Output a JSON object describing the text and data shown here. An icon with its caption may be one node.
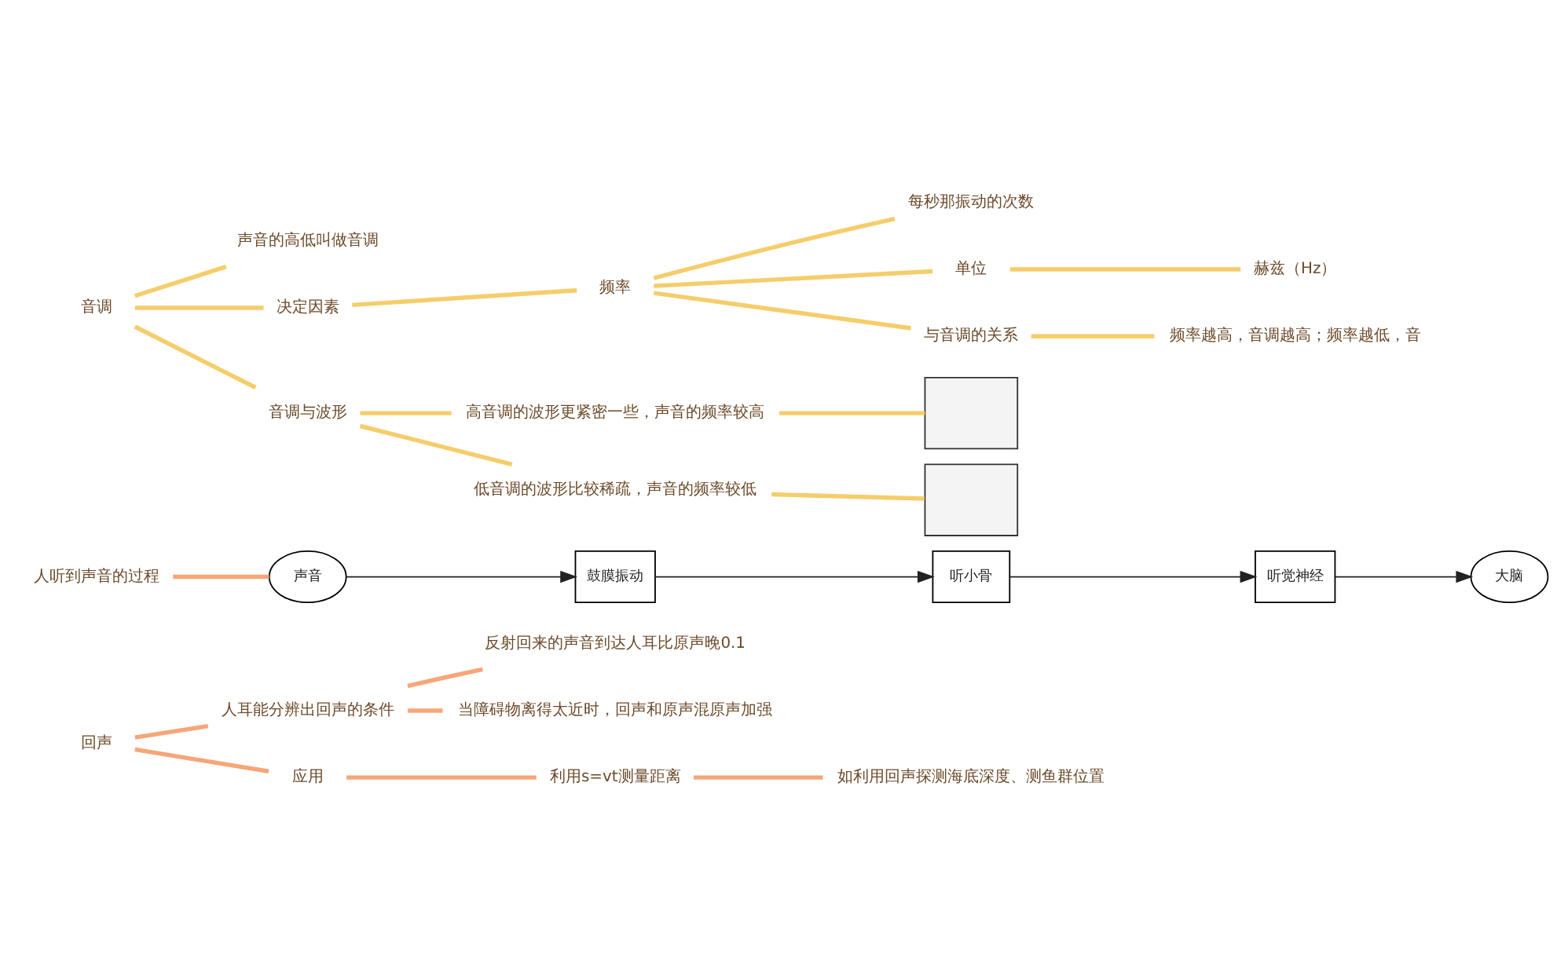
{
  "diagram": {
    "nodes": [
      {
        "text": [
          "回声"
        ]
      },
      {
        "text": [
          "人耳能分辨出回声的条件"
        ]
      },
      {
        "text": [
          "反射回来的声音到达人耳比原声晚0.1"
        ]
      },
      {
        "text": [
          "当障碍物离得太近时，回声和原声混原声加强"
        ]
      },
      {
        "text": [
          "应用"
        ]
      },
      {
        "text": [
          "利用s=vt测量距离"
        ]
      },
      {
        "text": [
          "如利用回声探测海底深度、测鱼群位置"
        ]
      },
      {
        "text": [
          "人听到声音的过程"
        ]
      },
      {
        "text": [
          "声音"
        ]
      },
      {
        "text": [
          "鼓膜振动"
        ]
      },
      {
        "text": [
          "听小骨"
        ]
      },
      {
        "text": [
          "听觉神经"
        ]
      },
      {
        "text": [
          "大脑"
        ]
      },
      {
        "text": [
          "音调"
        ]
      },
      {
        "text": [
          "声音的高低叫做音调"
        ]
      },
      {
        "text": [
          "决定因素"
        ]
      },
      {
        "text": [
          "频率"
        ]
      },
      {
        "text": [
          "每秒那振动的次数"
        ]
      },
      {
        "text": [
          "单位"
        ]
      },
      {
        "text": [
          "赫兹（Hz）"
        ]
      },
      {
        "text": [
          "与音调的关系"
        ]
      },
      {
        "text": [
          "频率越高，音调越高；频率越低，音"
        ]
      },
      {
        "text": [
          "音调与波形"
        ]
      },
      {
        "text": [
          "高音调的波形更紧密一些，声音的频率较高"
        ]
      },
      {
        "text": [],
        "shape": "box"
      },
      {
        "text": [
          "低音调的波形比较稀疏，声音的频率较低"
        ]
      },
      {
        "text": [],
        "shape": "box"
      }
    ],
    "edges": [
      {
        "from": 0,
        "to": 1,
        "arrow": "none",
        "color": "#f6a679"
      },
      {
        "from": 1,
        "to": 2,
        "arrow": "none",
        "color": "#f6a679"
      },
      {
        "from": 1,
        "to": 3,
        "arrow": "none",
        "color": "#f6a679"
      },
      {
        "from": 0,
        "to": 4,
        "arrow": "none",
        "color": "#f6a679"
      },
      {
        "from": 4,
        "to": 5,
        "arrow": "none",
        "color": "#f6a679"
      },
      {
        "from": 5,
        "to": 6,
        "arrow": "none",
        "color": "#f6a679"
      },
      {
        "from": 7,
        "to": 8,
        "arrow": "none",
        "color": "#f6a679"
      },
      {
        "from": 8,
        "to": 9,
        "arrow": "to",
        "color": "#222222"
      },
      {
        "from": 9,
        "to": 10,
        "arrow": "to",
        "color": "#222222"
      },
      {
        "from": 10,
        "to": 11,
        "arrow": "to",
        "color": "#222222"
      },
      {
        "from": 11,
        "to": 12,
        "arrow": "to",
        "color": "#222222"
      },
      {
        "from": 13,
        "to": 14,
        "arrow": "none"
      },
      {
        "from": 13,
        "to": 15,
        "arrow": "none"
      },
      {
        "from": 15,
        "to": 16,
        "arrow": "none"
      },
      {
        "from": 16,
        "to": 17,
        "arrow": "none"
      },
      {
        "from": 16,
        "to": 18,
        "arrow": "none"
      },
      {
        "from": 18,
        "to": 19,
        "arrow": "none"
      },
      {
        "from": 16,
        "to": 20,
        "arrow": "none"
      },
      {
        "from": 20,
        "to": 21,
        "arrow": "none"
      },
      {
        "from": 13,
        "to": 22,
        "arrow": "none"
      },
      {
        "from": 22,
        "to": 23,
        "arrow": "none"
      },
      {
        "from": 23,
        "to": 24,
        "arrow": "none"
      },
      {
        "from": 22,
        "to": 25,
        "arrow": "none"
      },
      {
        "from": 25,
        "to": 26,
        "arrow": "none"
      }
    ]
  }
}
